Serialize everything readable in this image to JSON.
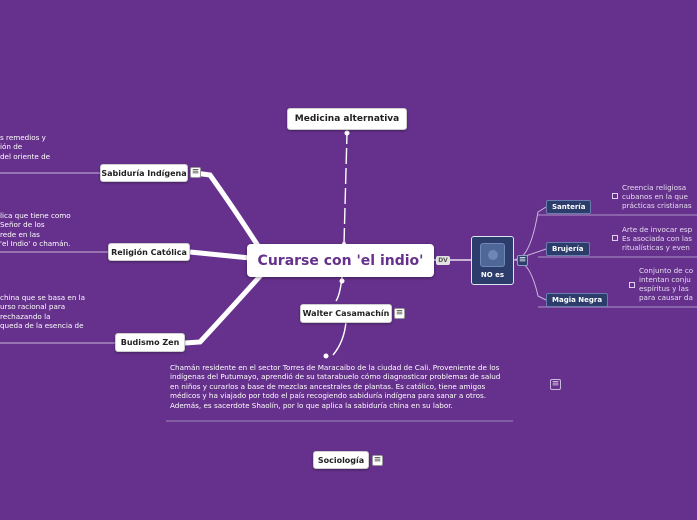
{
  "central_topic": "Curarse con 'el indio'",
  "dv_badge": "DV",
  "nodes": {
    "medicina": "Medicina alternativa",
    "sabiduria": "Sabiduría Indígena",
    "religion": "Religión Católica",
    "budismo": "Budismo Zen",
    "walter": "Walter Casamachín",
    "sociologia": "Sociología"
  },
  "notes": {
    "sabiduria": [
      "s remedios y",
      "ión de",
      "del oriente de"
    ],
    "religion": [
      "lica que tiene como",
      "Señor de los",
      "rede en las",
      "'el Indio' o chamán."
    ],
    "budismo": [
      "china que se basa en la",
      "urso racional para",
      "rechazando la",
      "queda de la esencia de"
    ],
    "walter": [
      "Chamán residente en el sector Torres de Maracaibo de la ciudad de Cali. Proveniente de los",
      "indígenas del Putumayo, aprendió de su tatarabuelo cómo diagnosticar problemas de salud",
      "en niños y curarlos a base de mezclas ancestrales de plantas. Es católico, tiene amigos",
      "médicos y ha viajado por todo el país recogiendo sabiduría indígena para sanar a otros.",
      "Además, es sacerdote Shaolín, por lo que aplica la sabiduría china en su labor."
    ]
  },
  "no_es": {
    "label": "NO es",
    "items": [
      {
        "label": "Santería",
        "text": [
          "Creencia religiosa",
          "cubanos en la que",
          "prácticas cristianas"
        ]
      },
      {
        "label": "Brujería",
        "text": [
          "Arte de invocar esp",
          "Es asociada con las",
          "ritualísticas y even"
        ]
      },
      {
        "label": "Magia Negra",
        "text": [
          "Conjunto de co",
          "intentan conju",
          "espíritus y las",
          "para causar da"
        ]
      }
    ]
  },
  "colors": {
    "background": "#66318c",
    "central_text": "#66318c",
    "tag_background": "#2c3c6b",
    "link": "#ffffff"
  },
  "icons": {
    "menu": "hamburger-menu-icon",
    "checkbox": "checkbox-icon",
    "image": "image-thumbnail-icon"
  }
}
